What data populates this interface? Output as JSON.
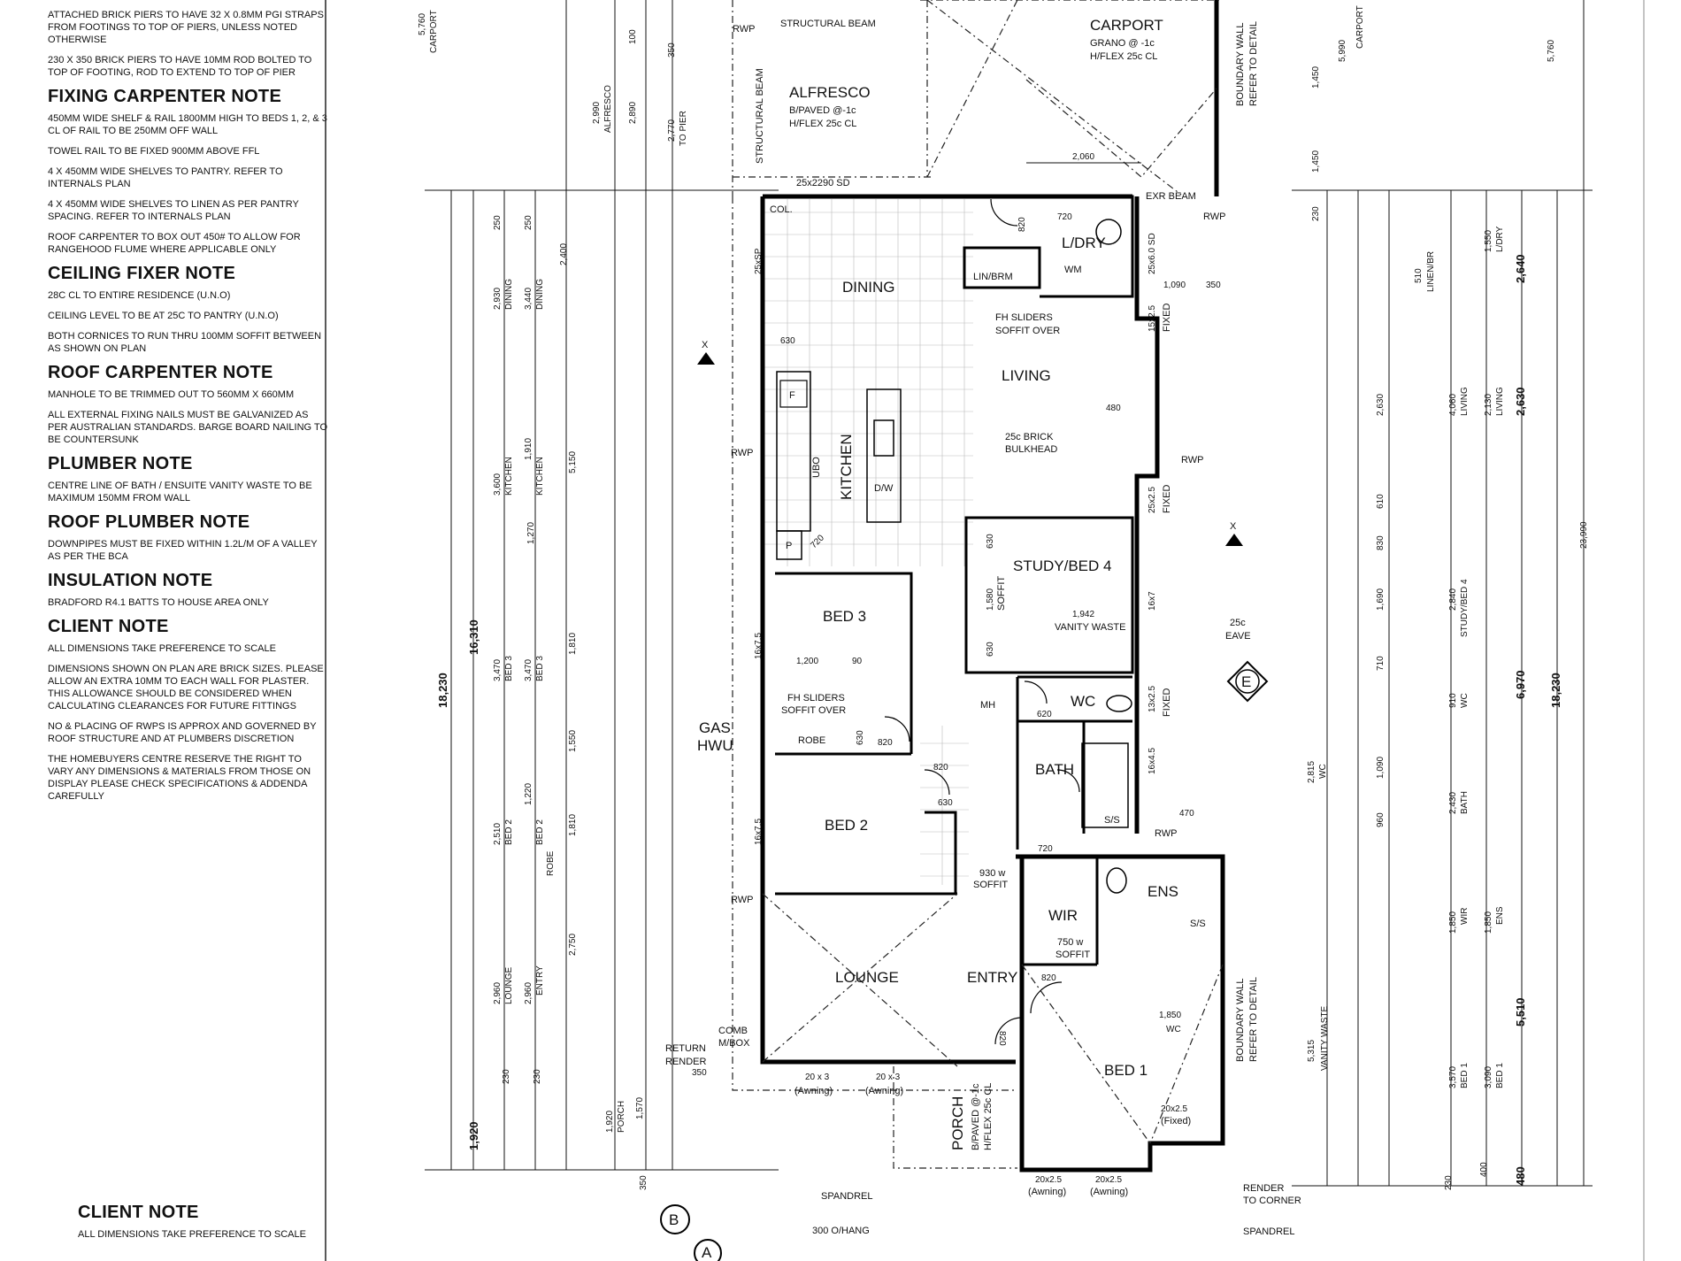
{
  "notes": {
    "n1": "ATTACHED BRICK PIERS TO HAVE 32 x 0.8mm PGI STRAPS FROM FOOTINGS TO TOP OF PIERS, UNLESS NOTED OTHERWISE",
    "n2": "230 x 350 BRICK PIERS TO HAVE 10mm ROD BOLTED TO TOP OF FOOTING, ROD TO EXTEND TO TOP OF PIER",
    "h_fixing": "FIXING CARPENTER NOTE",
    "f1": "450mm WIDE SHELF & RAIL 1800mm HIGH TO BEDS 1, 2, & 3 CL OF RAIL TO BE 250mm OFF WALL",
    "f2": "TOWEL RAIL TO BE FIXED 900mm ABOVE FFL",
    "f3": "4 x 450mm WIDE SHELVES TO PANTRY. REFER TO INTERNALS PLAN",
    "f4": "4 x 450mm WIDE SHELVES TO LINEN AS PER PANTRY SPACING. REFER TO INTERNALS PLAN",
    "f5": "ROOF CARPENTER TO BOX OUT 450# TO ALLOW FOR RANGEHOOD FLUME WHERE APPLICABLE ONLY",
    "h_ceiling": "CEILING FIXER NOTE",
    "c1": "28c CL TO ENTIRE RESIDENCE (U.N.O)",
    "c2": "CEILING LEVEL TO BE AT 25c TO PANTRY (U.N.O)",
    "c3": "BOTH CORNICES TO RUN THRU 100mm SOFFIT BETWEEN AS SHOWN ON PLAN",
    "h_roofcarp": "ROOF CARPENTER NOTE",
    "r1": "MANHOLE TO BE TRIMMED OUT TO 560mm x 660mm",
    "r2": "ALL EXTERNAL FIXING NAILS MUST BE GALVANIZED AS PER AUSTRALIAN STANDARDS. BARGE BOARD NAILING TO BE COUNTERSUNK",
    "h_plumber": "PLUMBER NOTE",
    "p1": "CENTRE LINE OF BATH / ENSUITE VANITY WASTE TO BE MAXIMUM 150mm FROM WALL",
    "h_roofplumb": "ROOF PLUMBER NOTE",
    "rp1": "DOWNPIPES MUST BE FIXED WITHIN 1.2L/M OF A VALLEY AS PER THE BCA",
    "h_insul": "INSULATION NOTE",
    "i1": "BRADFORD R4.1 BATTS TO HOUSE AREA ONLY",
    "h_client": "CLIENT NOTE",
    "cl1": "ALL DIMENSIONS TAKE PREFERENCE TO SCALE",
    "cl2": "DIMENSIONS SHOWN ON PLAN ARE BRICK SIZES. PLEASE ALLOW AN EXTRA 10mm TO EACH WALL FOR PLASTER. THIS ALLOWANCE SHOULD BE CONSIDERED WHEN CALCULATING CLEARANCES FOR FUTURE FITTINGS",
    "cl3": "No & PLACING OF RWPs IS APPROX AND GOVERNED BY ROOF STRUCTURE AND AT PLUMBERS DISCRETION",
    "cl4": "THE HOMEBUYERS CENTRE RESERVE THE RIGHT TO VARY ANY DIMENSIONS & MATERIALS FROM THOSE ON DISPLAY PLEASE CHECK SPECIFICATIONS & ADDENDA CAREFULLY",
    "h_client2": "CLIENT NOTE",
    "cl5": "ALL DIMENSIONS TAKE PREFERENCE TO SCALE"
  },
  "rooms": {
    "carport": "CARPORT",
    "carport_sub1": "GRANO @ -1c",
    "carport_sub2": "H/FLEX 25c CL",
    "alfresco": "ALFRESCO",
    "alfresco_sub1": "B/PAVED @-1c",
    "alfresco_sub2": "H/FLEX 25c CL",
    "dining": "DINING",
    "living": "LIVING",
    "kitchen": "KITCHEN",
    "study": "STUDY/BED 4",
    "bed3": "BED 3",
    "bed2": "BED 2",
    "bed1": "BED 1",
    "lounge": "LOUNGE",
    "entry": "ENTRY",
    "bath": "BATH",
    "wc": "WC",
    "wir": "WIR",
    "ens": "ENS",
    "ldry": "L/DRY",
    "linen": "LIN/BRM",
    "porch": "PORCH",
    "porch_sub1": "B/PAVED @-1c",
    "porch_sub2": "H/FLEX 25c CL"
  },
  "labels": {
    "structural_beam": "STRUCTURAL BEAM",
    "rwp": "RWP",
    "col": "COL.",
    "sd": "25x2290 SD",
    "exr_beam": "EXR BEAM",
    "fh_sliders": "FH SLIDERS",
    "soffit_over": "SOFFIT OVER",
    "bulkhead1": "25c BRICK",
    "bulkhead2": "BULKHEAD",
    "vanity_waste": "VANITY WASTE",
    "eave1": "25c",
    "eave2": "EAVE",
    "gas": "GAS",
    "hwu": "HWU",
    "robe": "ROBE",
    "mh": "MH",
    "comb": "COMB",
    "mbox": "M/BOX",
    "return_render1": "RETURN",
    "return_render2": "RENDER",
    "awning": "(Awning)",
    "spandrel": "SPANDREL",
    "overhang": "300 O/HANG",
    "render_corner1": "RENDER",
    "render_corner2": "TO CORNER",
    "boundary1": "BOUNDARY WALL",
    "boundary2": "REFER TO DETAIL",
    "fixed": "FIXED",
    "soffit": "SOFFIT",
    "x_marker": "X",
    "e_marker": "E",
    "b_marker": "B",
    "a_marker": "A",
    "f_box": "F",
    "p_box": "P",
    "ubo": "UBO",
    "dw": "D/W",
    "wm": "WM",
    "ss": "S/S",
    "w930": "930 w",
    "w750": "750 w",
    "fixed_paren": "(Fixed)"
  },
  "dims": {
    "d5760": "5,760",
    "d5990": "5,990",
    "d1450": "1,450",
    "d350": "350",
    "d100": "100",
    "d2990": "2,990",
    "d2890": "2,890",
    "d2770": "2,770",
    "to_pier": "TO PIER",
    "alfresco": "ALFRESCO",
    "carport": "CARPORT",
    "d2060": "2,060",
    "d720": "720",
    "d820": "820",
    "d630": "630",
    "d1090": "1,090",
    "d480": "480",
    "d1942": "1,942",
    "d1580": "1,580",
    "d1200": "1,200",
    "d90": "90",
    "d620": "620",
    "d470": "470",
    "d1850": "1,850",
    "d2400": "2,400",
    "d2930": "2,930",
    "d3440": "3,440",
    "d3600": "3,600",
    "d1910": "1,910",
    "d5150": "5,150",
    "d1270": "1,270",
    "d3470": "3,470",
    "d1810": "1,810",
    "d1550": "1,550",
    "d2510": "2,510",
    "d1220": "1,220",
    "d2960": "2,960",
    "d2750": "2,750",
    "d1920": "1,920",
    "d1570": "1,570",
    "d18230": "18,230",
    "d16310": "16,310",
    "d230": "230",
    "d250": "250",
    "d510": "510",
    "d1550b": "1,550",
    "d2640": "2,640",
    "d2630": "2,630",
    "d4060": "4,060",
    "d2130": "2,130",
    "d610": "610",
    "d830": "830",
    "d1690": "1,690",
    "d2840": "2,840",
    "d710": "710",
    "d910": "910",
    "d1090b": "1,090",
    "d2815": "2,815",
    "d960": "960",
    "d2430": "2,430",
    "d6970": "6,970",
    "d18230b": "18,230",
    "d23990": "23,990",
    "d5510": "5,510",
    "d5315": "5,315",
    "d3570": "3,570",
    "d3090": "3,090",
    "d1850b": "1,850",
    "d1850c": "1,850",
    "d400": "400",
    "dining": "DINING",
    "kitchen": "KITCHEN",
    "bed3": "BED 3",
    "bed2": "BED 2",
    "robe": "ROBE",
    "lounge": "LOUNGE",
    "entry": "ENTRY",
    "porch": "PORCH",
    "linen": "LINEN/BR",
    "ldry": "L/DRY",
    "living": "LIVING",
    "study": "STUDY/BED 4",
    "wc": "WC",
    "bath": "BATH",
    "wir": "WIR",
    "ens": "ENS",
    "bed1": "BED 1",
    "vanity": "VANITY WASTE",
    "s20x3": "20 x 3",
    "s20x25": "20x2.5",
    "s16x75": "16x7.5",
    "s16x7": "16x7",
    "s13x25": "13x2.5",
    "s16x45": "16x4.5",
    "s25x25": "25x2.5",
    "s25x6": "25x6.0 SD",
    "s15x25": "15x2.5",
    "s25sp": "25xSP"
  }
}
